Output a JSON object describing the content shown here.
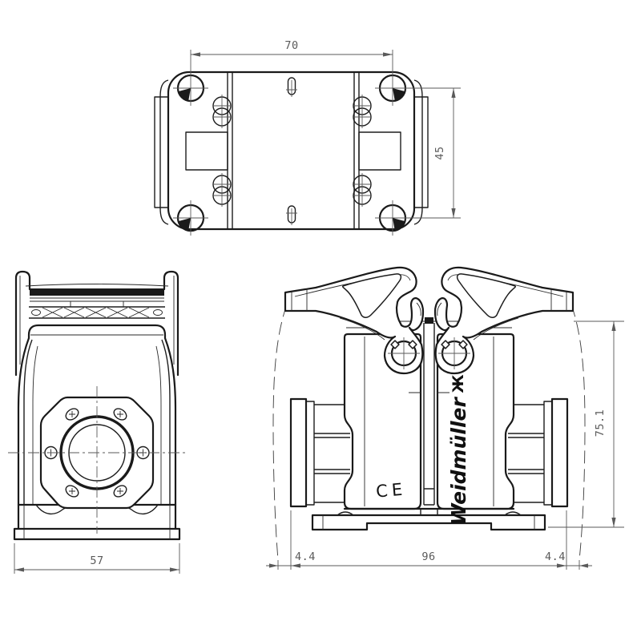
{
  "drawing": {
    "colors": {
      "background": "#ffffff",
      "object_line": "#1a1a1a",
      "dimension_line": "#5a5a5a",
      "brand_text": "#101010"
    },
    "dims": {
      "top_width": "70",
      "top_height": "45",
      "side_width": "57",
      "front_left_offset": "4.4",
      "front_width": "96",
      "front_right_offset": "4.4",
      "front_height": "75.1"
    },
    "branding": {
      "brand": "Weidmüller",
      "logo_glyph": "Ж",
      "ce": "CE"
    }
  }
}
